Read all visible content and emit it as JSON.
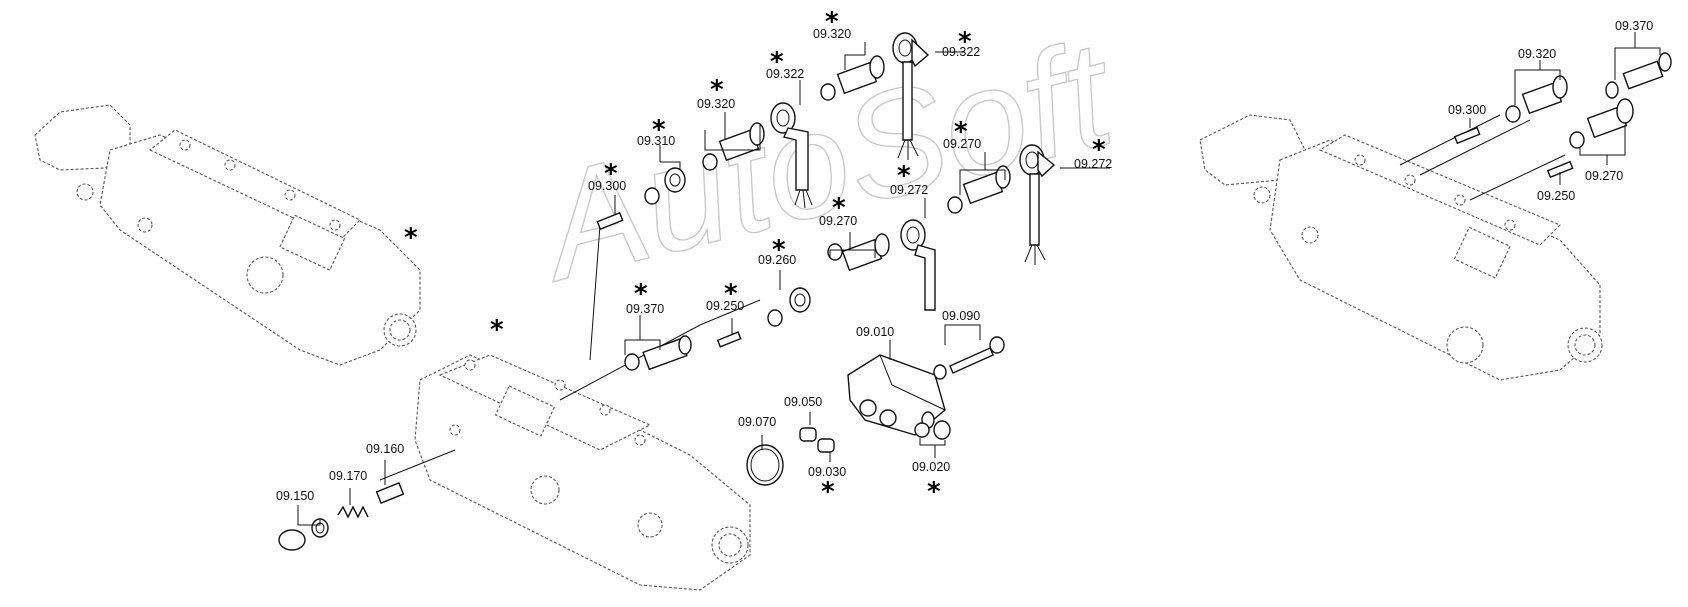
{
  "watermark": "AutoSoft",
  "star_symbol": "*",
  "labels": {
    "l_09_320_top": "09.320",
    "l_09_322_top": "09.322",
    "l_09_322_left": "09.322",
    "l_09_320_mid": "09.320",
    "l_09_310": "09.310",
    "l_09_300": "09.300",
    "l_09_270_top": "09.270",
    "l_09_272_right": "09.272",
    "l_09_272_mid": "09.272",
    "l_09_270_mid": "09.270",
    "l_09_260": "09.260",
    "l_09_370": "09.370",
    "l_09_250": "09.250",
    "l_09_010": "09.010",
    "l_09_090": "09.090",
    "l_09_050": "09.050",
    "l_09_070": "09.070",
    "l_09_030": "09.030",
    "l_09_020": "09.020",
    "l_09_160": "09.160",
    "l_09_170": "09.170",
    "l_09_150": "09.150",
    "r_09_320": "09.320",
    "r_09_370": "09.370",
    "r_09_300": "09.300",
    "r_09_250": "09.250",
    "r_09_270": "09.270"
  }
}
